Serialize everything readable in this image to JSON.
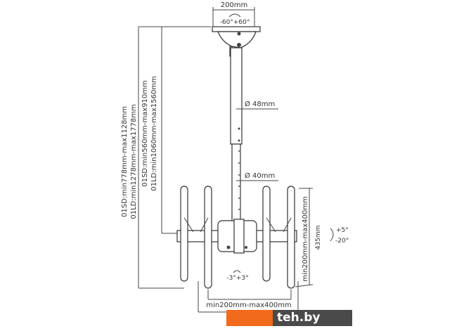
{
  "dimensions": {
    "plate_width": "200mm",
    "swivel": "-60°+60°",
    "pole_outer_diameter": "Ø 48mm",
    "pole_inner_diameter": "Ø 40mm",
    "total_height_sd": "01SD:min778mm-max1128mm",
    "total_height_ld": "01LD:min1278mm-max1778mm",
    "pole_length_sd": "01SD:min560mm-max910mm",
    "pole_length_ld": "01LD:min1060mm-max1560mm",
    "vesa_vertical": "min200mm-max400mm",
    "bracket_height": "435mm",
    "tilt_up": "+5°",
    "tilt_down": "-20°",
    "roll": "-3°+3°",
    "vesa_horizontal": "min200mm-max400mm"
  },
  "watermark": "teh.by"
}
